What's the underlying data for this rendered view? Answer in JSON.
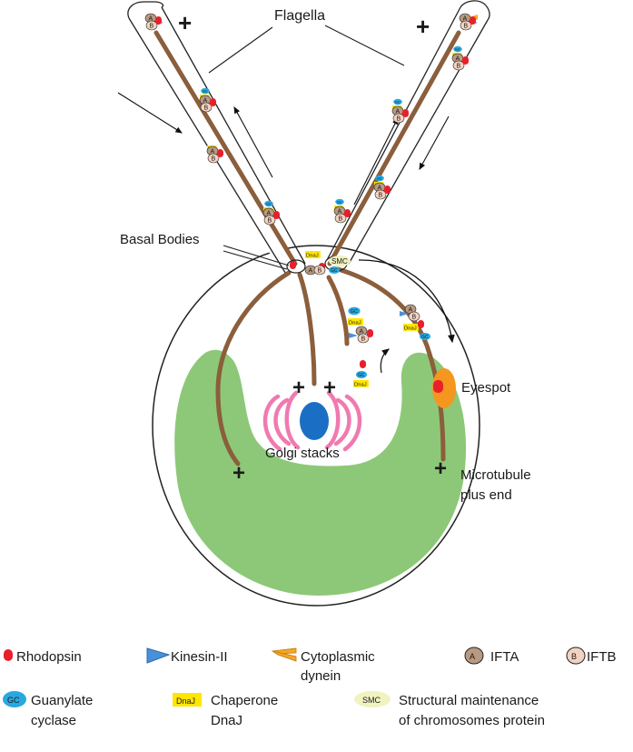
{
  "labels": {
    "flagella": "Flagella",
    "basal_bodies": "Basal Bodies",
    "golgi": "Golgi stacks",
    "eyespot": "Eyespot",
    "microtubule_line1": "Microtubule",
    "microtubule_line2": "plus end",
    "plus": "+"
  },
  "tags": {
    "ifta": "A",
    "iftb": "B",
    "gc": "GC",
    "dnaj": "DnaJ",
    "smc": "SMC"
  },
  "legend": {
    "rhodopsin": "Rhodopsin",
    "kinesin": "Kinesin-II",
    "dynein_line1": "Cytoplasmic",
    "dynein_line2": "dynein",
    "ifta": "IFTA",
    "iftb": "IFTB",
    "gc_line1": "Guanylate",
    "gc_line2": "cyclase",
    "dnaj_line1": "Chaperone",
    "dnaj_line2": "DnaJ",
    "smc_line1": "Structural maintenance",
    "smc_line2": "of chromosomes protein"
  },
  "colors": {
    "rhodopsin": "#e8202a",
    "microtubule": "#8b5e3c",
    "chloroplast": "#8dc878",
    "golgi": "#f07ab0",
    "nucleus": "#1a6fc4",
    "eyespot": "#f5961e",
    "ifta": "#b89a82",
    "iftb": "#f2d2c0",
    "gc": "#29a8e0",
    "dnaj": "#ffe600",
    "smc": "#f0f2c0",
    "kinesin": "#4a90d8",
    "dynein": "#f5a623"
  },
  "icons": [
    "rhodopsin-icon",
    "kinesin-icon",
    "dynein-icon",
    "ifta-icon",
    "iftb-icon",
    "gc-icon",
    "dnaj-icon",
    "smc-icon"
  ]
}
